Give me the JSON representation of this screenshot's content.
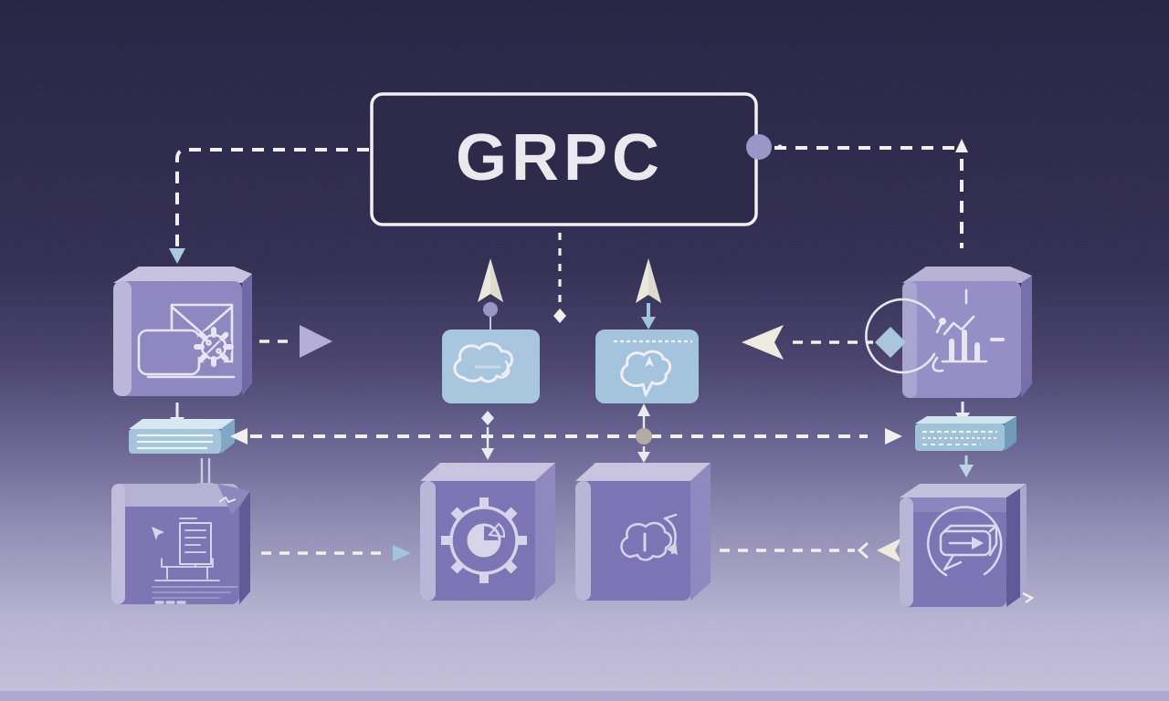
{
  "title": {
    "label": "GRPC"
  },
  "palette": {
    "background_top": "#272343",
    "background_mid": "#4a4470",
    "background_bottom": "#c6c1da",
    "outline_white": "#f3f1ee",
    "cube_face": "#8d86c1",
    "cube_face_right": "#948ec6",
    "cube_face_bottom": "#7c74b4",
    "cube_top": "#c7c3e0",
    "cube_side": "#6e67a5",
    "cube_band": "#bcb7d9",
    "panel_blue": "#a7c7df",
    "slab_blue": "#a3c5dc",
    "accent_circle": "#9a95c8",
    "arrow_lilac": "#b4aeda",
    "arrow_cream": "#efecdf",
    "arrow_blue": "#9fc5dd",
    "dot_warm_gray": "#b2aba3"
  },
  "nodes": [
    {
      "id": "grpc",
      "type": "title-box",
      "label": "GRPC"
    },
    {
      "id": "envelope-gear",
      "type": "cube",
      "icon": "envelope-gear-icon"
    },
    {
      "id": "cloud-sync",
      "type": "panel",
      "icon": "cloud-icon"
    },
    {
      "id": "cloud-spark",
      "type": "panel",
      "icon": "cloud-spark-icon"
    },
    {
      "id": "chart-cycle",
      "type": "cube",
      "icon": "bar-chart-cycle-icon"
    },
    {
      "id": "slab-left",
      "type": "slab",
      "icon": "stacked-lines-icon"
    },
    {
      "id": "slab-right",
      "type": "slab",
      "icon": "fine-print-icon"
    },
    {
      "id": "wireframe-doc",
      "type": "cube",
      "icon": "wireframe-sketch-icon"
    },
    {
      "id": "gear-pie",
      "type": "cube",
      "icon": "gear-pie-icon"
    },
    {
      "id": "cloud-refresh",
      "type": "cube",
      "icon": "cloud-refresh-icon"
    },
    {
      "id": "chat-forward",
      "type": "cube",
      "icon": "chat-arrow-icon"
    }
  ],
  "connections": [
    {
      "from": "grpc",
      "to": "envelope-gear",
      "style": "dashed-elbow-down"
    },
    {
      "from": "grpc",
      "to": "chart-cycle",
      "style": "dashed-elbow-up-arrow"
    },
    {
      "from": "grpc",
      "to": "mid-gap",
      "style": "dashed-diamond-end"
    },
    {
      "from": "cloud-sync",
      "to": "grpc",
      "style": "solid-up-arrow-with-node"
    },
    {
      "from": "cloud-spark",
      "to": "grpc",
      "style": "solid-up-arrow-with-blue-return"
    },
    {
      "from": "envelope-gear",
      "to": "right",
      "style": "dashed-lilac-arrow"
    },
    {
      "from": "chart-cycle",
      "to": "left",
      "style": "dashed-cream-arrow-diamond"
    },
    {
      "from": "slab-left",
      "to": "slab-right",
      "style": "dashed-double-headed-bus"
    },
    {
      "from": "envelope-gear",
      "to": "slab-left",
      "style": "down-arrow"
    },
    {
      "from": "slab-left",
      "to": "wireframe-doc",
      "style": "double-line-down-arrow"
    },
    {
      "from": "chart-cycle",
      "to": "slab-right",
      "style": "down-arrow"
    },
    {
      "from": "slab-right",
      "to": "chat-forward",
      "style": "down-arrow"
    },
    {
      "from": "wireframe-doc",
      "to": "gear-pie",
      "style": "dashed-blue-arrow"
    },
    {
      "from": "chat-forward",
      "to": "cloud-refresh",
      "style": "dashed-cream-arrow"
    }
  ]
}
